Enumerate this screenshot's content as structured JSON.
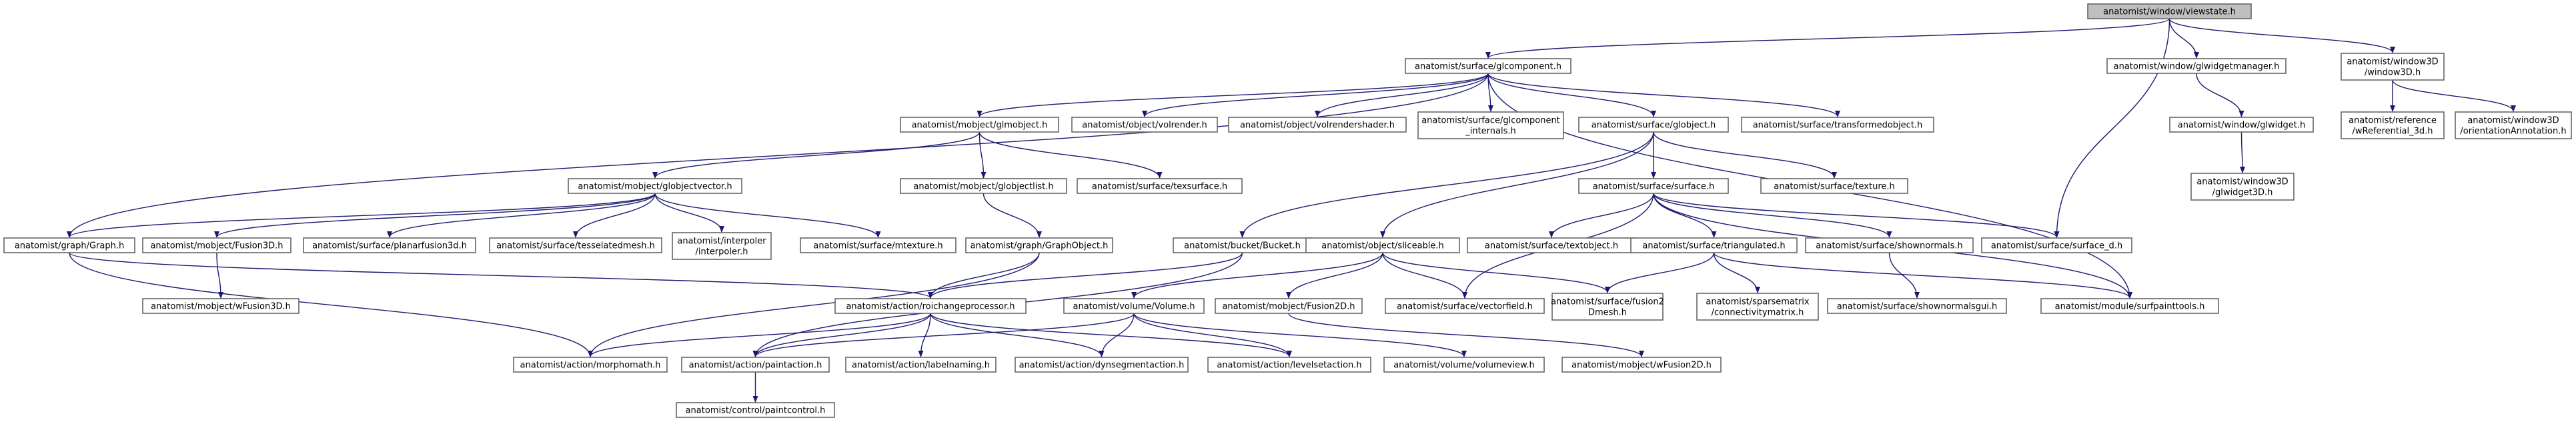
{
  "graph": {
    "kind": "include-dependency-graph",
    "colors": {
      "edge": "#191970",
      "node_border": "#666666",
      "root_fill": "#bfbfbf",
      "node_fill": "#ffffff",
      "text": "#000000"
    },
    "nodes": [
      {
        "id": "root",
        "lines": [
          "anatomist/window/viewstate.h"
        ],
        "root": true
      },
      {
        "id": "glcomponent",
        "lines": [
          "anatomist/surface/glcomponent.h"
        ]
      },
      {
        "id": "glwidgetmanager",
        "lines": [
          "anatomist/window/glwidgetmanager.h"
        ]
      },
      {
        "id": "window3d",
        "lines": [
          "anatomist/window3D",
          "/window3D.h"
        ]
      },
      {
        "id": "glmobject",
        "lines": [
          "anatomist/mobject/glmobject.h"
        ]
      },
      {
        "id": "volrender",
        "lines": [
          "anatomist/object/volrender.h"
        ]
      },
      {
        "id": "volrendershader",
        "lines": [
          "anatomist/object/volrendershader.h"
        ]
      },
      {
        "id": "glcomponent_internals",
        "lines": [
          "anatomist/surface/glcomponent",
          "_internals.h"
        ]
      },
      {
        "id": "globject",
        "lines": [
          "anatomist/surface/globject.h"
        ]
      },
      {
        "id": "transformedobject",
        "lines": [
          "anatomist/surface/transformedobject.h"
        ]
      },
      {
        "id": "glwidget",
        "lines": [
          "anatomist/window/glwidget.h"
        ]
      },
      {
        "id": "wreferential",
        "lines": [
          "anatomist/reference",
          "/wReferential_3d.h"
        ]
      },
      {
        "id": "orientationannotation",
        "lines": [
          "anatomist/window3D",
          "/orientationAnnotation.h"
        ]
      },
      {
        "id": "globjectvector",
        "lines": [
          "anatomist/mobject/globjectvector.h"
        ]
      },
      {
        "id": "globjectlist",
        "lines": [
          "anatomist/mobject/globjectlist.h"
        ]
      },
      {
        "id": "texsurface",
        "lines": [
          "anatomist/surface/texsurface.h"
        ]
      },
      {
        "id": "surface",
        "lines": [
          "anatomist/surface/surface.h"
        ]
      },
      {
        "id": "texture",
        "lines": [
          "anatomist/surface/texture.h"
        ]
      },
      {
        "id": "glwidget3d",
        "lines": [
          "anatomist/window3D",
          "/glwidget3D.h"
        ]
      },
      {
        "id": "graph",
        "lines": [
          "anatomist/graph/Graph.h"
        ]
      },
      {
        "id": "fusion3d",
        "lines": [
          "anatomist/mobject/Fusion3D.h"
        ]
      },
      {
        "id": "planarfusion3d",
        "lines": [
          "anatomist/surface/planarfusion3d.h"
        ]
      },
      {
        "id": "tesselatedmesh",
        "lines": [
          "anatomist/surface/tesselatedmesh.h"
        ]
      },
      {
        "id": "interpoler",
        "lines": [
          "anatomist/interpoler",
          "/interpoler.h"
        ]
      },
      {
        "id": "mtexture",
        "lines": [
          "anatomist/surface/mtexture.h"
        ]
      },
      {
        "id": "graphobject",
        "lines": [
          "anatomist/graph/GraphObject.h"
        ]
      },
      {
        "id": "bucket",
        "lines": [
          "anatomist/bucket/Bucket.h"
        ]
      },
      {
        "id": "sliceable",
        "lines": [
          "anatomist/object/sliceable.h"
        ]
      },
      {
        "id": "textobject",
        "lines": [
          "anatomist/surface/textobject.h"
        ]
      },
      {
        "id": "triangulated",
        "lines": [
          "anatomist/surface/triangulated.h"
        ]
      },
      {
        "id": "shownormals",
        "lines": [
          "anatomist/surface/shownormals.h"
        ]
      },
      {
        "id": "surface_d",
        "lines": [
          "anatomist/surface/surface_d.h"
        ]
      },
      {
        "id": "wfusion3d",
        "lines": [
          "anatomist/mobject/wFusion3D.h"
        ]
      },
      {
        "id": "roichangeprocessor",
        "lines": [
          "anatomist/action/roichangeprocessor.h"
        ]
      },
      {
        "id": "volume",
        "lines": [
          "anatomist/volume/Volume.h"
        ]
      },
      {
        "id": "fusion2d",
        "lines": [
          "anatomist/mobject/Fusion2D.h"
        ]
      },
      {
        "id": "vectorfield",
        "lines": [
          "anatomist/surface/vectorfield.h"
        ]
      },
      {
        "id": "fusion2dmesh",
        "lines": [
          "anatomist/surface/fusion2",
          "Dmesh.h"
        ]
      },
      {
        "id": "sparsematrix",
        "lines": [
          "anatomist/sparsematrix",
          "/connectivitymatrix.h"
        ]
      },
      {
        "id": "shownormalsgui",
        "lines": [
          "anatomist/surface/shownormalsgui.h"
        ]
      },
      {
        "id": "surfpainttools",
        "lines": [
          "anatomist/module/surfpainttools.h"
        ]
      },
      {
        "id": "morphomath",
        "lines": [
          "anatomist/action/morphomath.h"
        ]
      },
      {
        "id": "paintaction",
        "lines": [
          "anatomist/action/paintaction.h"
        ]
      },
      {
        "id": "labelnaming",
        "lines": [
          "anatomist/action/labelnaming.h"
        ]
      },
      {
        "id": "dynsegmentaction",
        "lines": [
          "anatomist/action/dynsegmentaction.h"
        ]
      },
      {
        "id": "levelsetaction",
        "lines": [
          "anatomist/action/levelsetaction.h"
        ]
      },
      {
        "id": "volumeview",
        "lines": [
          "anatomist/volume/volumeview.h"
        ]
      },
      {
        "id": "wfusion2d",
        "lines": [
          "anatomist/mobject/wFusion2D.h"
        ]
      },
      {
        "id": "paintcontrol",
        "lines": [
          "anatomist/control/paintcontrol.h"
        ]
      }
    ],
    "edges": [
      [
        "root",
        "glcomponent"
      ],
      [
        "root",
        "glwidgetmanager"
      ],
      [
        "root",
        "window3d"
      ],
      [
        "root",
        "surface_d"
      ],
      [
        "glcomponent",
        "glmobject"
      ],
      [
        "glcomponent",
        "volrender"
      ],
      [
        "glcomponent",
        "volrendershader"
      ],
      [
        "glcomponent",
        "glcomponent_internals"
      ],
      [
        "glcomponent",
        "globject"
      ],
      [
        "glcomponent",
        "transformedobject"
      ],
      [
        "glcomponent",
        "graph"
      ],
      [
        "glcomponent",
        "surfpainttools"
      ],
      [
        "glwidgetmanager",
        "glwidget"
      ],
      [
        "glwidget",
        "glwidget3d"
      ],
      [
        "window3d",
        "wreferential"
      ],
      [
        "window3d",
        "orientationannotation"
      ],
      [
        "glmobject",
        "globjectvector"
      ],
      [
        "glmobject",
        "globjectlist"
      ],
      [
        "glmobject",
        "texsurface"
      ],
      [
        "globject",
        "surface"
      ],
      [
        "globject",
        "texture"
      ],
      [
        "globject",
        "bucket"
      ],
      [
        "globject",
        "sliceable"
      ],
      [
        "globjectvector",
        "fusion3d"
      ],
      [
        "globjectvector",
        "planarfusion3d"
      ],
      [
        "globjectvector",
        "tesselatedmesh"
      ],
      [
        "globjectvector",
        "interpoler"
      ],
      [
        "globjectvector",
        "mtexture"
      ],
      [
        "globjectvector",
        "graph"
      ],
      [
        "globjectlist",
        "graphobject"
      ],
      [
        "surface",
        "textobject"
      ],
      [
        "surface",
        "triangulated"
      ],
      [
        "surface",
        "shownormals"
      ],
      [
        "surface",
        "surface_d"
      ],
      [
        "surface",
        "vectorfield"
      ],
      [
        "surface",
        "surfpainttools"
      ],
      [
        "graph",
        "roichangeprocessor"
      ],
      [
        "graph",
        "morphomath"
      ],
      [
        "fusion3d",
        "wfusion3d"
      ],
      [
        "graphobject",
        "roichangeprocessor"
      ],
      [
        "graphobject",
        "morphomath"
      ],
      [
        "bucket",
        "roichangeprocessor"
      ],
      [
        "bucket",
        "paintaction"
      ],
      [
        "sliceable",
        "volume"
      ],
      [
        "sliceable",
        "fusion2d"
      ],
      [
        "sliceable",
        "vectorfield"
      ],
      [
        "sliceable",
        "fusion2dmesh"
      ],
      [
        "triangulated",
        "fusion2dmesh"
      ],
      [
        "triangulated",
        "sparsematrix"
      ],
      [
        "triangulated",
        "surfpainttools"
      ],
      [
        "shownormals",
        "shownormalsgui"
      ],
      [
        "roichangeprocessor",
        "morphomath"
      ],
      [
        "roichangeprocessor",
        "paintaction"
      ],
      [
        "roichangeprocessor",
        "labelnaming"
      ],
      [
        "roichangeprocessor",
        "dynsegmentaction"
      ],
      [
        "roichangeprocessor",
        "levelsetaction"
      ],
      [
        "volume",
        "paintaction"
      ],
      [
        "volume",
        "dynsegmentaction"
      ],
      [
        "volume",
        "levelsetaction"
      ],
      [
        "volume",
        "volumeview"
      ],
      [
        "fusion2d",
        "wfusion2d"
      ],
      [
        "paintaction",
        "paintcontrol"
      ]
    ]
  }
}
